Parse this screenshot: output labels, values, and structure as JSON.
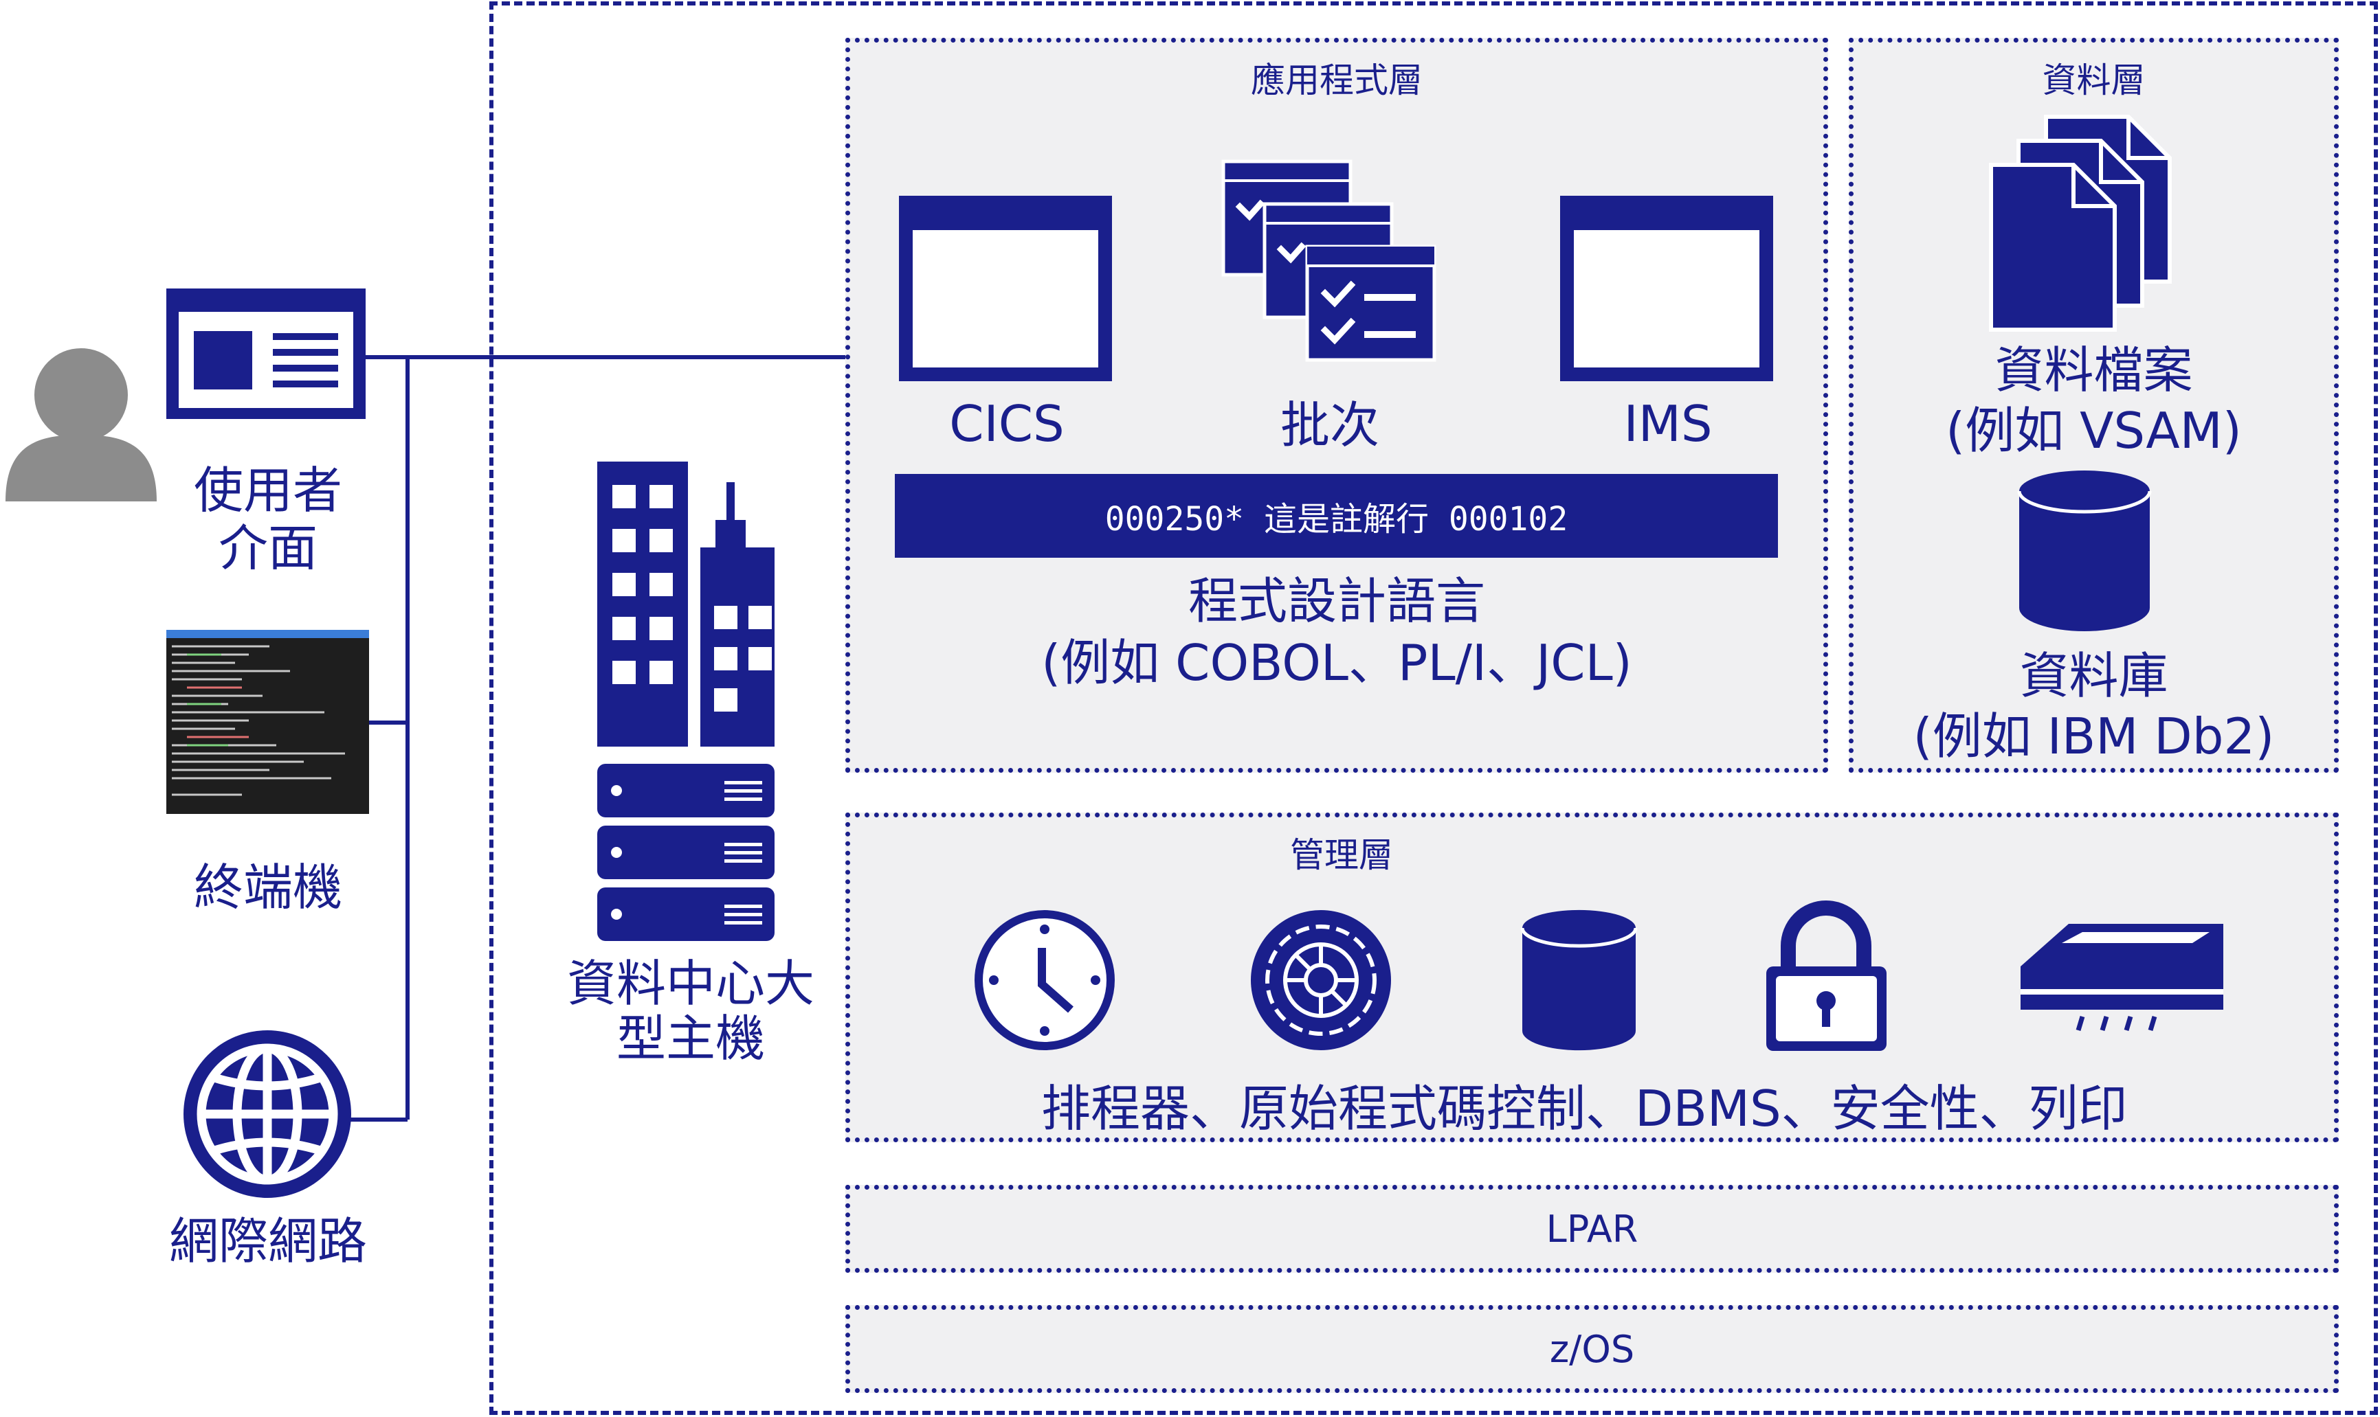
{
  "left": {
    "user_interface_label": "使用者\n介面",
    "terminal_label": "終端機",
    "internet_label": "網際網路"
  },
  "mainframe": {
    "label": "資料中心大\n型主機"
  },
  "application_layer": {
    "title": "應用程式層",
    "cics_label": "CICS",
    "batch_label": "批次",
    "ims_label": "IMS",
    "code_bar_text": "000250* 這是註解行 000102",
    "languages_label": "程式設計語言\n(例如 COBOL、PL/I、JCL)"
  },
  "data_layer": {
    "title": "資料層",
    "files_label": "資料檔案\n(例如 VSAM)",
    "database_label": "資料庫\n(例如 IBM Db2)"
  },
  "management_layer": {
    "title": "管理層",
    "tools_label": "排程器、原始程式碼控制、DBMS、安全性、列印"
  },
  "lpar_label": "LPAR",
  "zos_label": "z/OS",
  "colors": {
    "primary": "#1a1f8c",
    "panel": "#f0f0f2",
    "person": "#8c8c8c",
    "terminal_bg": "#1e1e1e"
  }
}
